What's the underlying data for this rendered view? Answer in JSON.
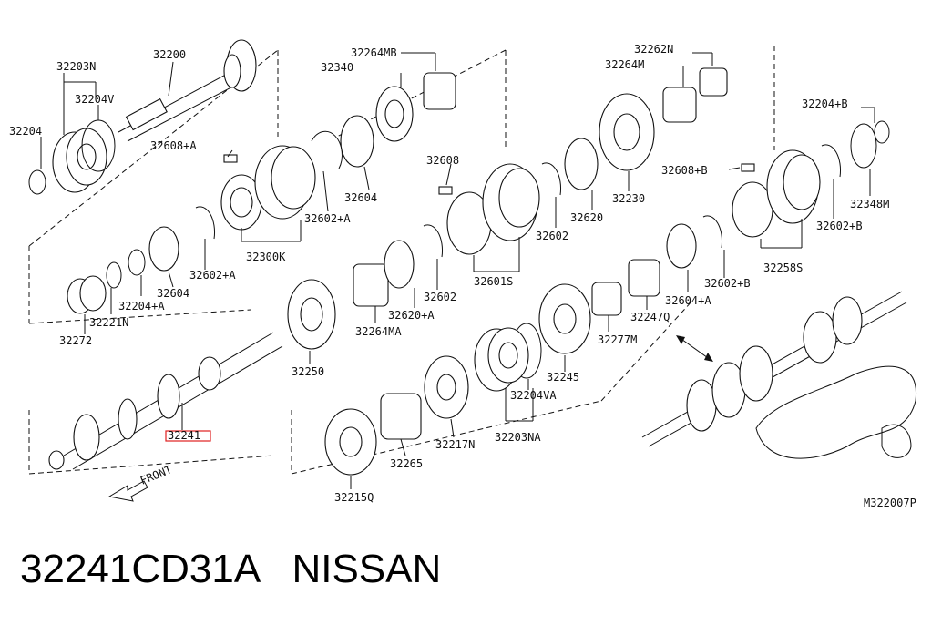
{
  "diagram": {
    "reference_code": "M322007P",
    "front_label": "FRONT",
    "highlight_color": "#e02020",
    "labels": {
      "p32203N": "32203N",
      "p32200": "32200",
      "p32204V": "32204V",
      "p32204": "32204",
      "p32608A": "32608+A",
      "p32264MB": "32264MB",
      "p32340": "32340",
      "p32604": "32604",
      "p32602A_1": "32602+A",
      "p32300K": "32300K",
      "p32602A_2": "32602+A",
      "p32604_2": "32604",
      "p32204A": "32204+A",
      "p32221N": "32221N",
      "p32272": "32272",
      "p32262N": "32262N",
      "p32264M": "32264M",
      "p32204B": "32204+B",
      "p32608": "32608",
      "p32230": "32230",
      "p32608B": "32608+B",
      "p32348M": "32348M",
      "p32620": "32620",
      "p32602": "32602",
      "p32602B_1": "32602+B",
      "p32601S": "32601S",
      "p32602_2": "32602",
      "p32620A": "32620+A",
      "p32264MA": "32264MA",
      "p32250": "32250",
      "p32602B_2": "32602+B",
      "p32258S": "32258S",
      "p32604A": "32604+A",
      "p32247Q": "32247Q",
      "p32277M": "32277M",
      "p32245": "32245",
      "p32204VA": "32204VA",
      "p32203NA": "32203NA",
      "p32217N": "32217N",
      "p32265": "32265",
      "p32215Q": "32215Q",
      "p32241": "32241"
    }
  },
  "caption": "32241CD31A   NISSAN"
}
